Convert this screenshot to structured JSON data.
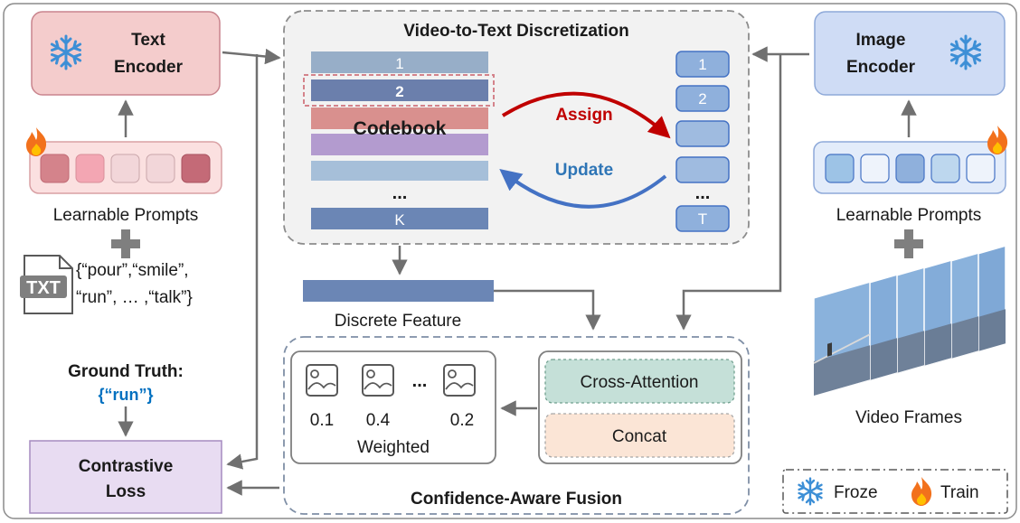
{
  "text_encoder": {
    "title_line1": "Text",
    "title_line2": "Encoder"
  },
  "image_encoder": {
    "title_line1": "Image",
    "title_line2": "Encoder"
  },
  "text_prompts": {
    "label": "Learnable Prompts"
  },
  "image_prompts": {
    "label": "Learnable Prompts"
  },
  "txt_file": {
    "icon_text": "TXT",
    "classes_line1": "{“pour”,“smile”,",
    "classes_line2": "“run”, … ,“talk”}"
  },
  "ground_truth": {
    "label": "Ground Truth:",
    "value": "{“run”}"
  },
  "contrastive_loss": {
    "line1": "Contrastive",
    "line2": "Loss"
  },
  "discretization": {
    "title": "Video-to-Text Discretization",
    "codebook_label": "Codebook",
    "codebook_rows": [
      "1",
      "2",
      "",
      "",
      "",
      "...",
      "K"
    ],
    "token_rows": [
      "1",
      "2",
      "",
      "",
      "...",
      "T"
    ],
    "assign_label": "Assign",
    "update_label": "Update"
  },
  "discrete_feature": {
    "label": "Discrete Feature"
  },
  "fusion": {
    "title": "Confidence-Aware Fusion",
    "weights": [
      "0.1",
      "0.4",
      "0.2"
    ],
    "ellipsis": "...",
    "weighted_label": "Weighted",
    "cross_attention_label": "Cross-Attention",
    "concat_label": "Concat"
  },
  "video_frames": {
    "label": "Video Frames"
  },
  "legend": {
    "froze_label": "Froze",
    "train_label": "Train"
  },
  "colors": {
    "text_encoder_fill": "#f4cccc",
    "image_encoder_fill": "#cfdcf5",
    "assign": "#c00000",
    "update": "#4472c4",
    "ground_truth_value": "#0070c0",
    "cross_attention_fill": "#c5e0d8",
    "concat_fill": "#fbe5d6",
    "loss_fill": "#e8dcf2"
  }
}
